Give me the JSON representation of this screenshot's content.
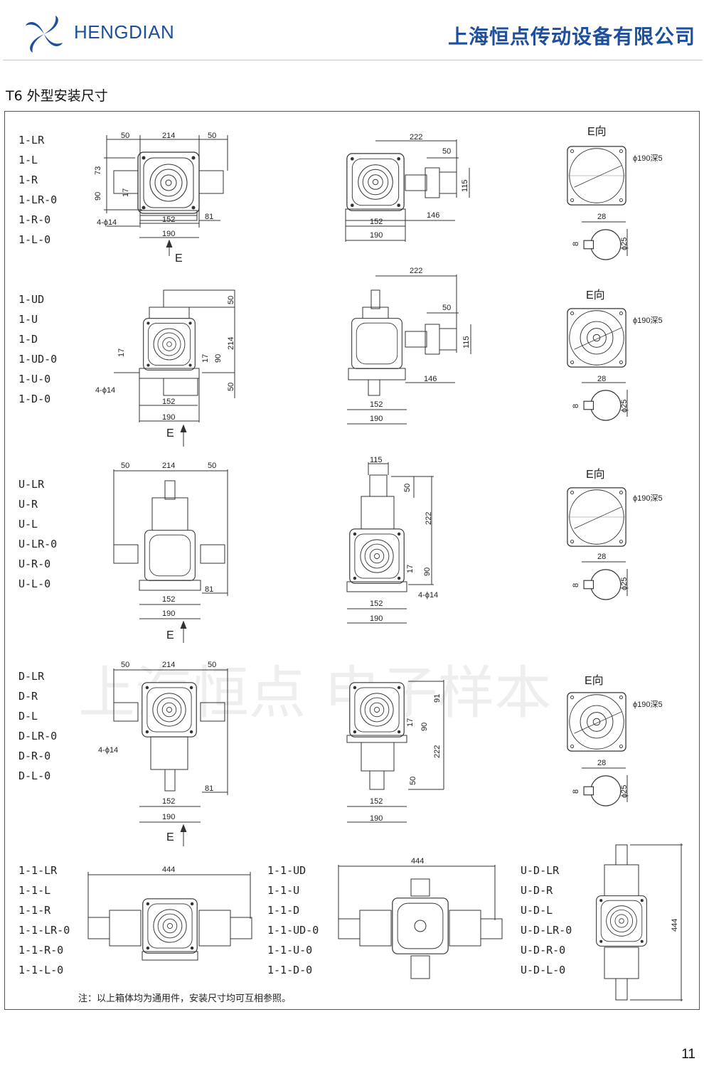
{
  "header": {
    "brand": "HENGDIAN",
    "company": "上海恒点传动设备有限公司"
  },
  "section_title": "T6 外型安装尺寸",
  "groups": [
    {
      "models": [
        "1-LR",
        "1-L",
        "1-R",
        "1-LR-0",
        "1-R-0",
        "1-L-0"
      ]
    },
    {
      "models": [
        "1-UD",
        "1-U",
        "1-D",
        "1-UD-0",
        "1-U-0",
        "1-D-0"
      ]
    },
    {
      "models": [
        "U-LR",
        "U-R",
        "U-L",
        "U-LR-0",
        "U-R-0",
        "U-L-0"
      ]
    },
    {
      "models": [
        "D-LR",
        "D-R",
        "D-L",
        "D-LR-0",
        "D-R-0",
        "D-L-0"
      ]
    }
  ],
  "bottom_groups": [
    {
      "models": [
        "1-1-LR",
        "1-1-L",
        "1-1-R",
        "1-1-LR-0",
        "1-1-R-0",
        "1-1-L-0"
      ]
    },
    {
      "models": [
        "1-1-UD",
        "1-1-U",
        "1-1-D",
        "1-1-UD-0",
        "1-1-U-0",
        "1-1-D-0"
      ]
    },
    {
      "models": [
        "U-D-LR",
        "U-D-R",
        "U-D-L",
        "U-D-LR-0",
        "U-D-R-0",
        "U-D-L-0"
      ]
    }
  ],
  "dims": {
    "d50": "50",
    "d214": "214",
    "d222": "222",
    "d73": "73",
    "d90": "90",
    "d17": "17",
    "d152": "152",
    "d190": "190",
    "d81": "81",
    "d146": "146",
    "d115": "115",
    "d91": "91",
    "holes": "4-ϕ14",
    "e_label": "E",
    "e_view": "E向",
    "flange": "ϕ190深5",
    "d28": "28",
    "d8": "8",
    "d25": "ϕ25",
    "d444": "444"
  },
  "watermark": "上海恒点  电子样本",
  "note": "注：以上箱体均为通用件，安装尺寸均可互相参照。",
  "page_number": "11",
  "colors": {
    "brand": "#1e4f9c",
    "line": "#333333"
  }
}
